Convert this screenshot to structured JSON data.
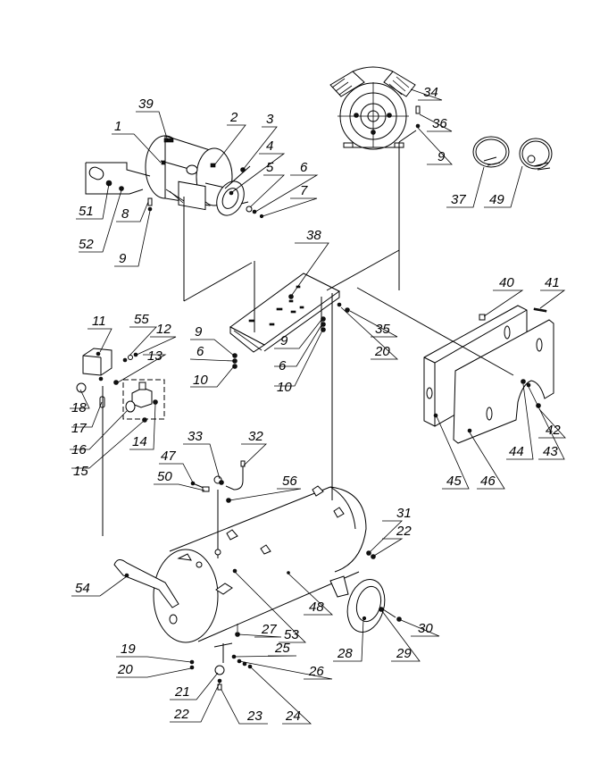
{
  "diagram": {
    "title": "Air compressor exploded parts diagram",
    "labels": [
      {
        "id": "l39",
        "text": "39"
      },
      {
        "id": "l1",
        "text": "1"
      },
      {
        "id": "l2",
        "text": "2"
      },
      {
        "id": "l3",
        "text": "3"
      },
      {
        "id": "l4",
        "text": "4"
      },
      {
        "id": "l5",
        "text": "5"
      },
      {
        "id": "l6a",
        "text": "6"
      },
      {
        "id": "l7",
        "text": "7"
      },
      {
        "id": "l8",
        "text": "8"
      },
      {
        "id": "l9a",
        "text": "9"
      },
      {
        "id": "l51",
        "text": "51"
      },
      {
        "id": "l52",
        "text": "52"
      },
      {
        "id": "l34",
        "text": "34"
      },
      {
        "id": "l36",
        "text": "36"
      },
      {
        "id": "l9b",
        "text": "9"
      },
      {
        "id": "l37",
        "text": "37"
      },
      {
        "id": "l49",
        "text": "49"
      },
      {
        "id": "l38",
        "text": "38"
      },
      {
        "id": "l11",
        "text": "11"
      },
      {
        "id": "l55",
        "text": "55"
      },
      {
        "id": "l12",
        "text": "12"
      },
      {
        "id": "l13",
        "text": "13"
      },
      {
        "id": "l18",
        "text": "18"
      },
      {
        "id": "l17",
        "text": "17"
      },
      {
        "id": "l16",
        "text": "16"
      },
      {
        "id": "l15",
        "text": "15"
      },
      {
        "id": "l14",
        "text": "14"
      },
      {
        "id": "l9c",
        "text": "9"
      },
      {
        "id": "l6b",
        "text": "6"
      },
      {
        "id": "l10a",
        "text": "10"
      },
      {
        "id": "l9d",
        "text": "9"
      },
      {
        "id": "l6c",
        "text": "6"
      },
      {
        "id": "l10b",
        "text": "10"
      },
      {
        "id": "l35",
        "text": "35"
      },
      {
        "id": "l20a",
        "text": "20"
      },
      {
        "id": "l40",
        "text": "40"
      },
      {
        "id": "l41",
        "text": "41"
      },
      {
        "id": "l42",
        "text": "42"
      },
      {
        "id": "l43",
        "text": "43"
      },
      {
        "id": "l44",
        "text": "44"
      },
      {
        "id": "l45",
        "text": "45"
      },
      {
        "id": "l46",
        "text": "46"
      },
      {
        "id": "l33",
        "text": "33"
      },
      {
        "id": "l32",
        "text": "32"
      },
      {
        "id": "l47",
        "text": "47"
      },
      {
        "id": "l50",
        "text": "50"
      },
      {
        "id": "l56",
        "text": "56"
      },
      {
        "id": "l31",
        "text": "31"
      },
      {
        "id": "l22a",
        "text": "22"
      },
      {
        "id": "l54",
        "text": "54"
      },
      {
        "id": "l48",
        "text": "48"
      },
      {
        "id": "l53",
        "text": "53"
      },
      {
        "id": "l27",
        "text": "27"
      },
      {
        "id": "l25",
        "text": "25"
      },
      {
        "id": "l26",
        "text": "26"
      },
      {
        "id": "l24",
        "text": "24"
      },
      {
        "id": "l19",
        "text": "19"
      },
      {
        "id": "l20b",
        "text": "20"
      },
      {
        "id": "l21",
        "text": "21"
      },
      {
        "id": "l22b",
        "text": "22"
      },
      {
        "id": "l23",
        "text": "23"
      },
      {
        "id": "l28",
        "text": "28"
      },
      {
        "id": "l29",
        "text": "29"
      },
      {
        "id": "l30",
        "text": "30"
      }
    ]
  }
}
